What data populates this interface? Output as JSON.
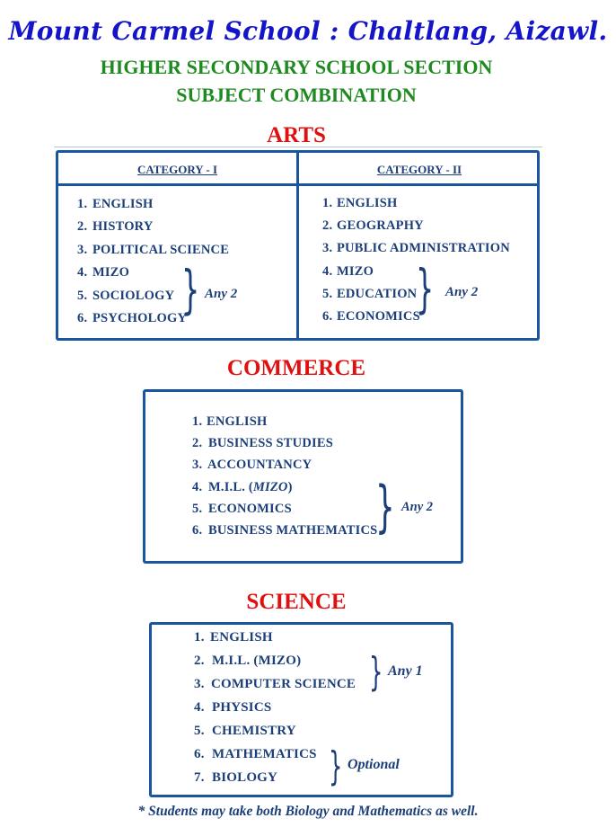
{
  "header": {
    "school": "Mount Carmel School : Chaltlang, Aizawl.",
    "section": "HIGHER SECONDARY SCHOOL SECTION",
    "subtitle": "SUBJECT COMBINATION"
  },
  "arts": {
    "title": "ARTS",
    "category1": {
      "title": "CATEGORY - I",
      "items": [
        {
          "num": "1.",
          "name": "ENGLISH"
        },
        {
          "num": "2.",
          "name": "HISTORY"
        },
        {
          "num": "3.",
          "name": "POLITICAL SCIENCE"
        },
        {
          "num": "4.",
          "name": "MIZO"
        },
        {
          "num": "5.",
          "name": "SOCIOLOGY"
        },
        {
          "num": "6.",
          "name": "PSYCHOLOGY"
        }
      ],
      "note": "Any 2"
    },
    "category2": {
      "title": "CATEGORY - II",
      "items": [
        {
          "num": "1.",
          "name": "ENGLISH"
        },
        {
          "num": "2.",
          "name": "GEOGRAPHY"
        },
        {
          "num": "3.",
          "name": "PUBLIC ADMINISTRATION"
        },
        {
          "num": "4.",
          "name": "MIZO"
        },
        {
          "num": "5.",
          "name": "EDUCATION"
        },
        {
          "num": "6.",
          "name": "ECONOMICS"
        }
      ],
      "note": "Any 2"
    }
  },
  "commerce": {
    "title": "COMMERCE",
    "items": [
      {
        "num": "1.",
        "name": "ENGLISH"
      },
      {
        "num": "2.",
        "name": "BUSINESS STUDIES"
      },
      {
        "num": "3.",
        "name": "ACCOUNTANCY"
      },
      {
        "num": "4.",
        "name": "M.I.L. (",
        "italic": "MIZO",
        "after": ")"
      },
      {
        "num": "5.",
        "name": "ECONOMICS"
      },
      {
        "num": "6.",
        "name": "BUSINESS MATHEMATICS"
      }
    ],
    "note": "Any 2"
  },
  "science": {
    "title": "SCIENCE",
    "items": [
      {
        "num": "1.",
        "name": "ENGLISH"
      },
      {
        "num": "2.",
        "name": "M.I.L. (MIZO)"
      },
      {
        "num": "3.",
        "name": "COMPUTER SCIENCE"
      },
      {
        "num": "4.",
        "name": "PHYSICS"
      },
      {
        "num": "5.",
        "name": "CHEMISTRY"
      },
      {
        "num": "6.",
        "name": "MATHEMATICS"
      },
      {
        "num": "7.",
        "name": "BIOLOGY"
      }
    ],
    "note_any": "Any 1",
    "note_optional": "Optional"
  },
  "footnote": "* Students may take both Biology and Mathematics as well."
}
